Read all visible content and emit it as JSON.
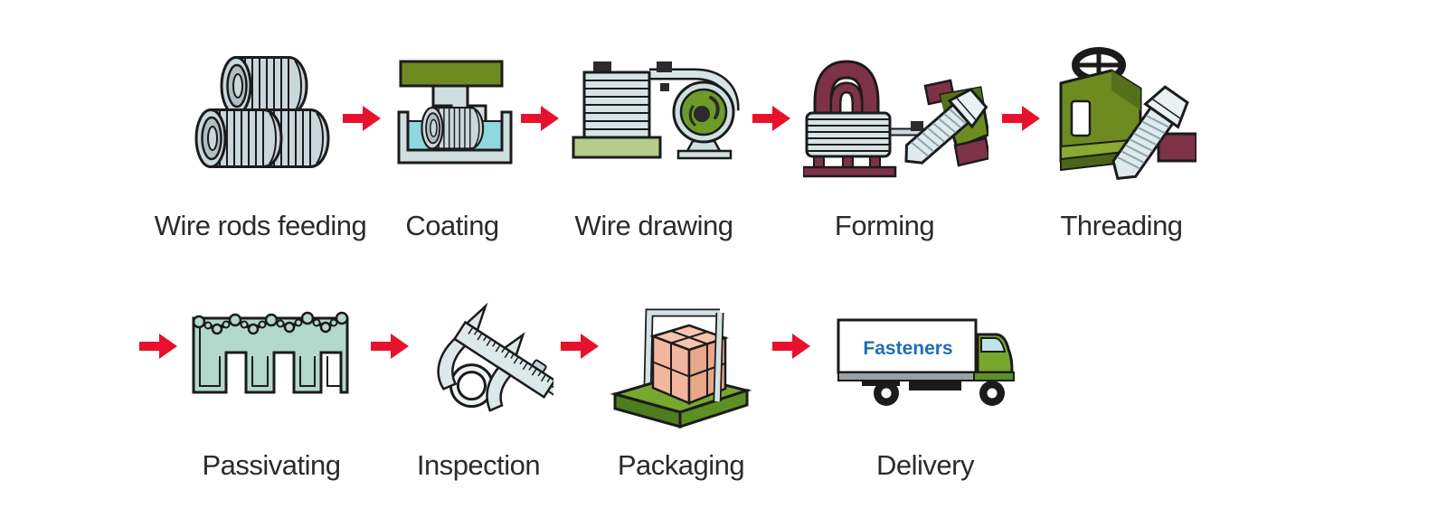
{
  "diagram": {
    "type": "process-flow",
    "subject": "fastener-manufacturing-process",
    "rows": [
      {
        "steps": [
          {
            "label": "Wire rods feeding",
            "icon": "wire-rod-coils-icon"
          },
          {
            "label": "Coating",
            "icon": "coating-bath-icon"
          },
          {
            "label": "Wire drawing",
            "icon": "wire-drawing-machine-icon"
          },
          {
            "label": "Forming",
            "icon": "forming-machine-icon"
          },
          {
            "label": "Threading",
            "icon": "threading-machine-icon"
          }
        ]
      },
      {
        "steps": [
          {
            "label": "Passivating",
            "icon": "passivating-tanks-icon"
          },
          {
            "label": "Inspection",
            "icon": "caliper-icon"
          },
          {
            "label": "Packaging",
            "icon": "boxes-on-pallet-icon"
          },
          {
            "label": "Delivery",
            "icon": "delivery-truck-icon"
          }
        ]
      }
    ],
    "truck_sign": "Fasteners",
    "colors": {
      "arrow_red": "#e8112d",
      "olive_green": "#6e8b22",
      "light_green_base": "#b5cc8a",
      "truck_cab_green": "#76a82e",
      "maroon": "#7d3247",
      "steel_light": "#d9e6e8",
      "steel_mid": "#c9d8dc",
      "cyan_liquid": "#8fd9de",
      "tank_mint": "#b2d9cb",
      "box_salmon": "#f2b69e",
      "outline": "#1b1b1b",
      "label_text": "#2b2b2b",
      "truck_sign_blue": "#1e6eb5"
    }
  }
}
